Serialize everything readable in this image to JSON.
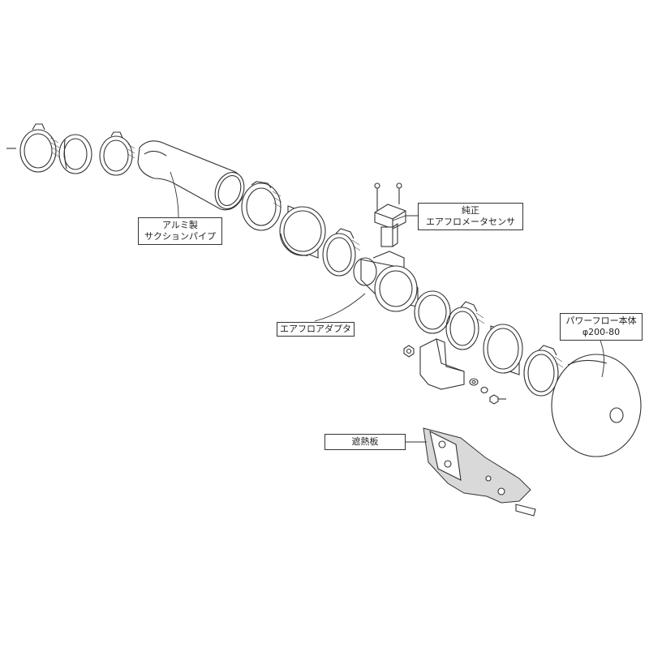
{
  "labels": {
    "suction_pipe": {
      "line1": "アルミ製",
      "line2": "サクションパイプ"
    },
    "air_flow_sensor": {
      "line1": "純正",
      "line2": "エアフロメータセンサ"
    },
    "power_flow": {
      "line1": "パワーフロー本体",
      "line2": "φ200-80"
    },
    "air_flow_adapter": {
      "line1": "エアフロアダプタ"
    },
    "heat_shield": {
      "line1": "遮熱板"
    }
  },
  "colors": {
    "line": "#333333",
    "fill": "#ffffff",
    "shade": "#d9d9d9"
  }
}
